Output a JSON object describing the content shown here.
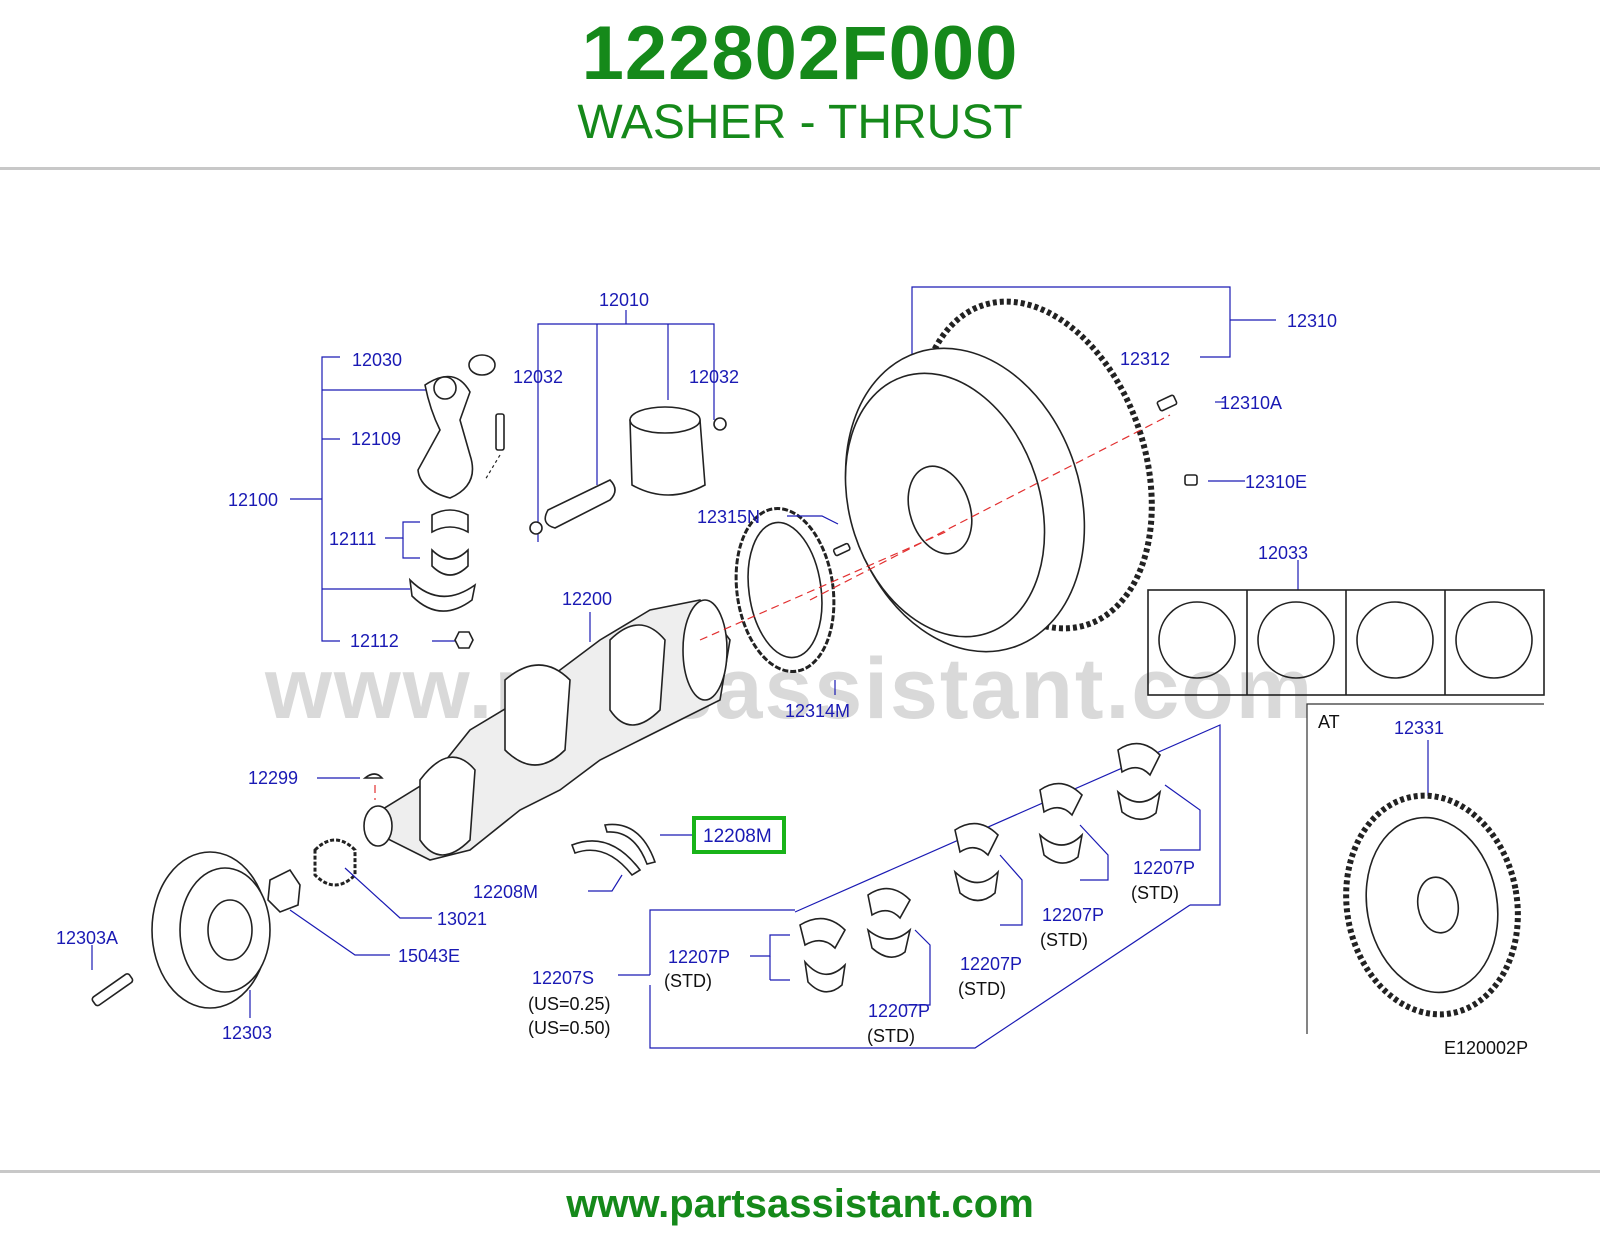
{
  "header": {
    "part_number": "122802F000",
    "part_name": "WASHER - THRUST"
  },
  "diagram": {
    "watermark": "www.partsassistant.com",
    "highlight_label": "12208M",
    "labels": {
      "l12010": "12010",
      "l12030": "12030",
      "l12032a": "12032",
      "l12032b": "12032",
      "l12109": "12109",
      "l12100": "12100",
      "l12111": "12111",
      "l12112": "12112",
      "l12200": "12200",
      "l12310": "12310",
      "l12312": "12312",
      "l12310A": "12310A",
      "l12310E": "12310E",
      "l12315N": "12315N",
      "l12314M": "12314M",
      "l12033": "12033",
      "lAT": "AT",
      "l12331": "12331",
      "l12299": "12299",
      "l12208Mb": "12208M",
      "l13021": "13021",
      "l15043E": "15043E",
      "l12303A": "12303A",
      "l12303": "12303",
      "l12207S": "12207S",
      "lUS025": "(US=0.25)",
      "lUS050": "(US=0.50)",
      "l12207P1": "12207P",
      "lSTD1": "(STD)",
      "l12207P2": "12207P",
      "lSTD2": "(STD)",
      "l12207P3": "12207P",
      "lSTD3": "(STD)",
      "l12207P4": "12207P",
      "lSTD4": "(STD)",
      "l12207P5": "12207P",
      "lSTD5": "(STD)",
      "lE120002P": "E120002P"
    }
  },
  "footer": {
    "url": "www.partsassistant.com"
  }
}
